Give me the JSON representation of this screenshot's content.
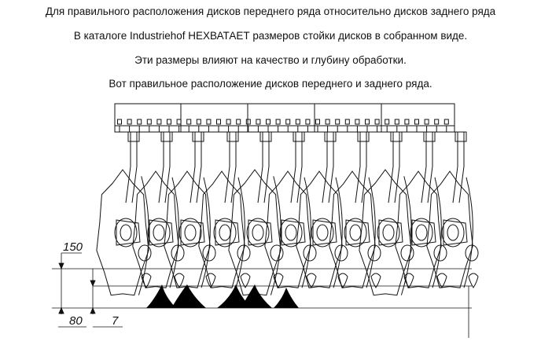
{
  "captions": {
    "line1": "Для правильного расположения дисков переднего ряда относительно дисков заднего ряда",
    "line2": "В каталоге Industriehof НЕХВАТАЕТ размеров стойки дисков в собранном виде.",
    "line3": "Эти размеры влияют на качество и глубину обработки.",
    "line4": "Вот правильное расположение дисков переднего и заднего ряда."
  },
  "dimensions": {
    "d150": "150",
    "d80": "80",
    "d7": "7"
  },
  "colors": {
    "ink": "#111111",
    "fill": "#000000",
    "background": "#ffffff"
  }
}
